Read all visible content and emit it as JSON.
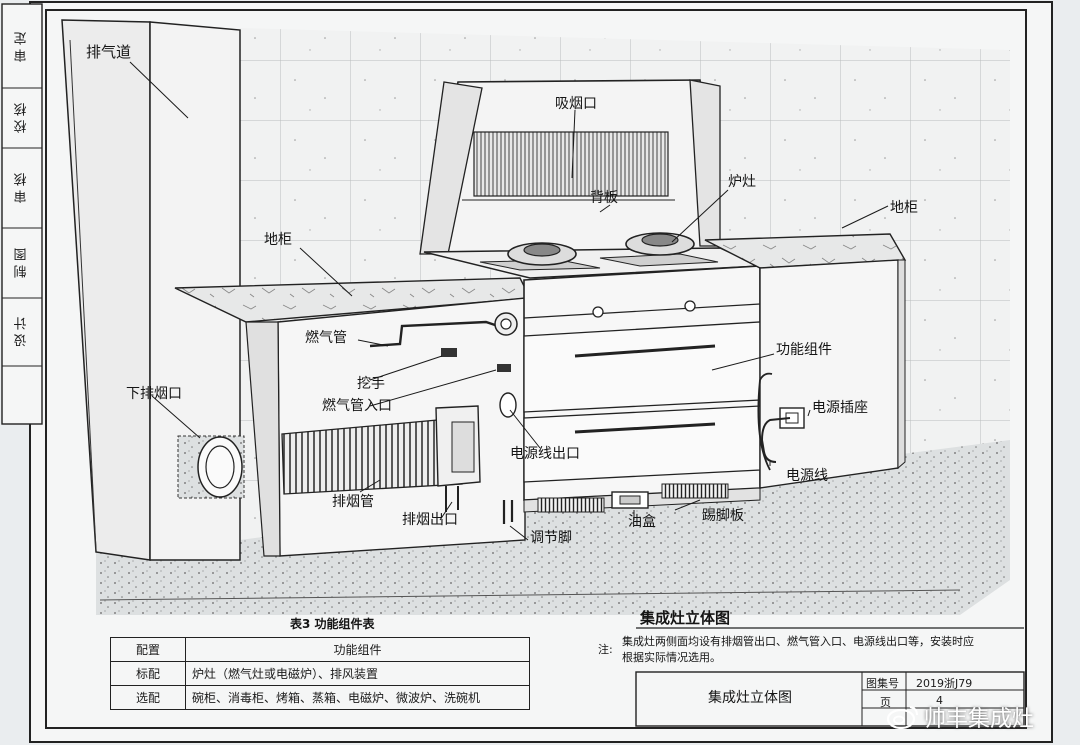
{
  "side_column": [
    "审 定",
    "校 核",
    "审 核",
    "制 图",
    "设 计"
  ],
  "labels": {
    "exhaust_duct": "排气道",
    "suction_port": "吸烟口",
    "stove": "炉灶",
    "back_panel": "背板",
    "floor_cabinet_left": "地柜",
    "floor_cabinet_right": "地柜",
    "gas_pipe": "燃气管",
    "handle": "挖手",
    "gas_inlet": "燃气管入口",
    "lower_exhaust": "下排烟口",
    "function_module": "功能组件",
    "power_socket": "电源插座",
    "power_outlet": "电源线出口",
    "power_cord": "电源线",
    "smoke_pipe": "排烟管",
    "smoke_outlet": "排烟出口",
    "adjust_foot": "调节脚",
    "oil_box": "油盒",
    "kick_board": "踢脚板"
  },
  "table": {
    "caption": "表3  功能组件表",
    "headers": [
      "配置",
      "功能组件"
    ],
    "rows": [
      [
        "标配",
        "炉灶（燃气灶或电磁炉）、排风装置"
      ],
      [
        "选配",
        "碗柜、消毒柜、烤箱、蒸箱、电磁炉、微波炉、洗碗机"
      ]
    ]
  },
  "drawing_title": "集成灶立体图",
  "note_label": "注:",
  "note_text": "集成灶两侧面均设有排烟管出口、燃气管入口、电源线出口等，安装时应根据实际情况选用。",
  "title_block": {
    "title": "集成灶立体图",
    "atlas_label": "图集号",
    "atlas_no": "2019浙J79",
    "page_label": "页",
    "page_no": "4"
  },
  "watermark": "帅丰集成灶"
}
